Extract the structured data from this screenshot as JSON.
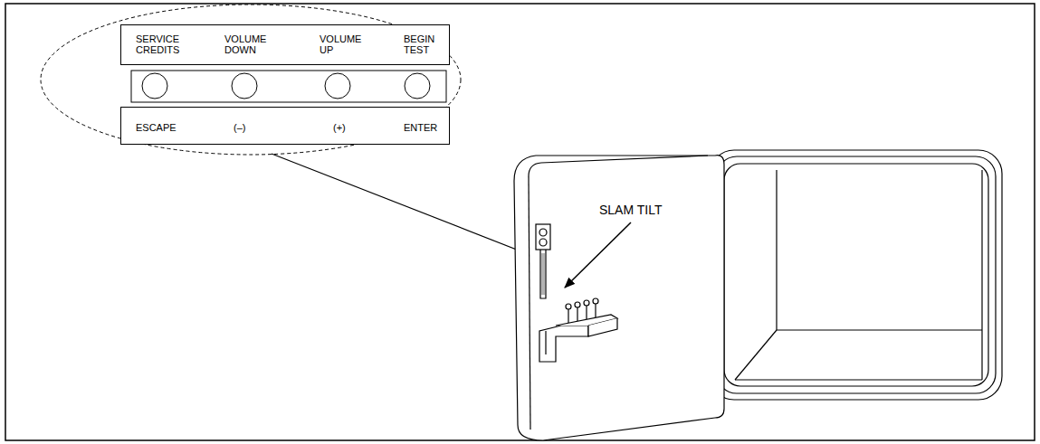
{
  "diagram": {
    "nodes": [
      {
        "text": [
          "SERVICE CREDITS",
          "VOLUME DOWN",
          "VOLUME UP",
          "BEGIN TEST"
        ]
      },
      {
        "text": [
          "ESCAPE",
          "(–)",
          "(+)",
          "ENTER"
        ]
      }
    ],
    "labels": [
      "SLAM TILT"
    ]
  }
}
